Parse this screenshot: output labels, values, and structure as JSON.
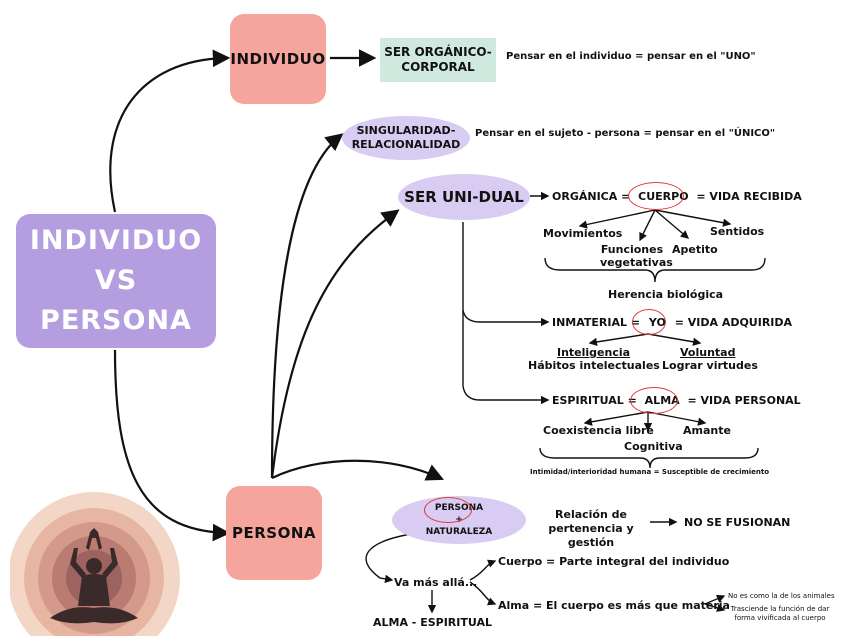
{
  "main": {
    "line1": "INDIVIDUO",
    "line2": "VS",
    "line3": "PERSONA"
  },
  "individuo": {
    "label": "INDIVIDUO",
    "ser_organico": [
      "SER ORGÁNICO-",
      "CORPORAL"
    ],
    "note": "Pensar en el individuo = pensar en el  \"UNO\""
  },
  "singularidad": {
    "label": [
      "SINGULARIDAD-",
      "RELACIONALIDAD"
    ],
    "note": "Pensar en el sujeto - persona = pensar en el  \"ÚNICO\""
  },
  "ser_unidual": {
    "label": "SER UNI-DUAL",
    "organica": {
      "pre": "ORGÁNICA =",
      "key": "CUERPO",
      "post": "= VIDA RECIBIDA",
      "items": [
        "Movimientos",
        "Funciones vegetativas",
        "Apetito",
        "Sentidos"
      ],
      "group": "Herencia biológica"
    },
    "inmaterial": {
      "pre": "INMATERIAL =",
      "key": "YO",
      "post": "= VIDA ADQUIRIDA",
      "left_head": "Inteligencia",
      "left_sub": "Hábitos intelectuales",
      "right_head": "Voluntad",
      "right_sub": "Lograr virtudes"
    },
    "espiritual": {
      "pre": "ESPIRITUAL =",
      "key": "ALMA",
      "post": "= VIDA PERSONAL",
      "items": [
        "Coexistencia libre",
        "Cognitiva",
        "Amante"
      ],
      "group": "Intimidad/interioridad humana = Susceptible de crecimiento"
    }
  },
  "persona": {
    "label": "PERSONA",
    "ellipse": [
      "PERSONA",
      "+",
      "NATURALEZA"
    ],
    "relacion": [
      "Relación de",
      "pertenencia y gestión"
    ],
    "no_fusionan": "NO SE FUSIONAN",
    "va_mas_alla": "Va más allá...",
    "cuerpo": "Cuerpo = Parte integral del individuo",
    "alma": "Alma = El cuerpo es más que materia",
    "alma_note1": "No es como la de los animales",
    "alma_note2": "Trasciende la función de dar forma vivificada al cuerpo",
    "alma_espiritual": "ALMA - ESPIRITUAL"
  },
  "colors": {
    "lavender": "#b49ee0",
    "pink": "#f5a59c",
    "teal": "#cfe9df",
    "ellipse": "#d8ccf3",
    "ring": "#e23b3b"
  }
}
